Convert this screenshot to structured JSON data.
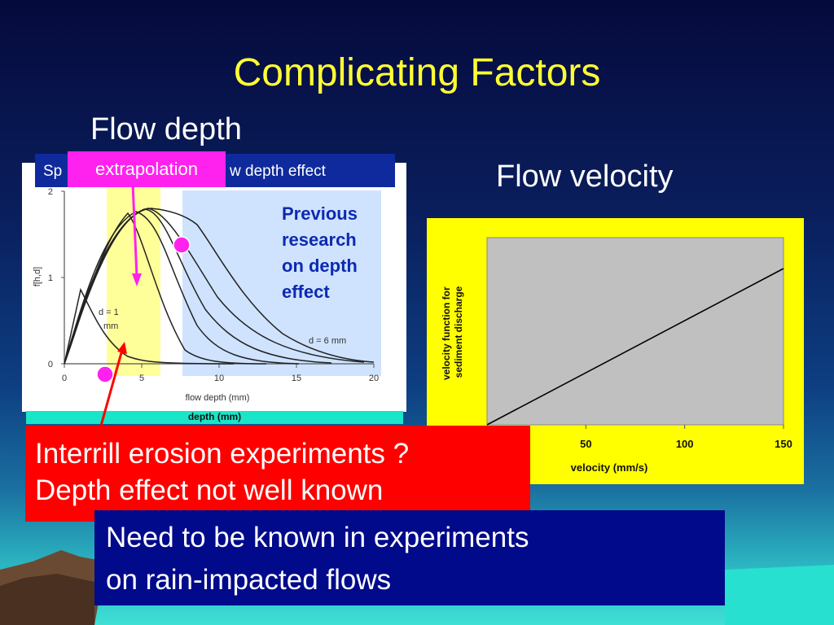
{
  "slide": {
    "title": "Complicating  Factors",
    "flow_depth_heading": "Flow depth",
    "flow_velocity_heading": "Flow velocity",
    "header_left": "Sp",
    "header_right": "w depth effect",
    "extrapolation_label": "extrapolation",
    "previous_research_lines": [
      "Previous",
      "research",
      "on depth",
      "effect"
    ],
    "depth_bar_label": "depth (mm)",
    "red_box_lines": [
      "Interrill erosion experiments ?",
      "Depth effect not well known"
    ],
    "blue_box_lines": [
      "Need to be known in experiments",
      "on rain-impacted flows"
    ]
  },
  "depth_chart": {
    "ylabel": "f[h,d]",
    "xlabel": "flow depth (mm)",
    "x_ticks": [
      "0",
      "5",
      "10",
      "15",
      "20"
    ],
    "y_ticks": [
      "0",
      "1",
      "2"
    ],
    "annotation_small": [
      "d = 1",
      "mm"
    ],
    "annotation_large": "d = 6 mm",
    "colors": {
      "yellow_band": "#ffff99",
      "blue_band": "#cfe3ff",
      "pink": "#ff22ee",
      "red": "#ff0000"
    }
  },
  "chart_data": {
    "type": "line",
    "xlabel": "velocity (mm/s)",
    "ylabel": "velocity function for sediment  discharge",
    "x_ticks": [
      "50",
      "100",
      "150"
    ],
    "xlim": [
      0,
      150
    ],
    "colors": {
      "panel": "#ffff00",
      "plot_bg": "#c0c0c0",
      "line": "#000000"
    }
  }
}
